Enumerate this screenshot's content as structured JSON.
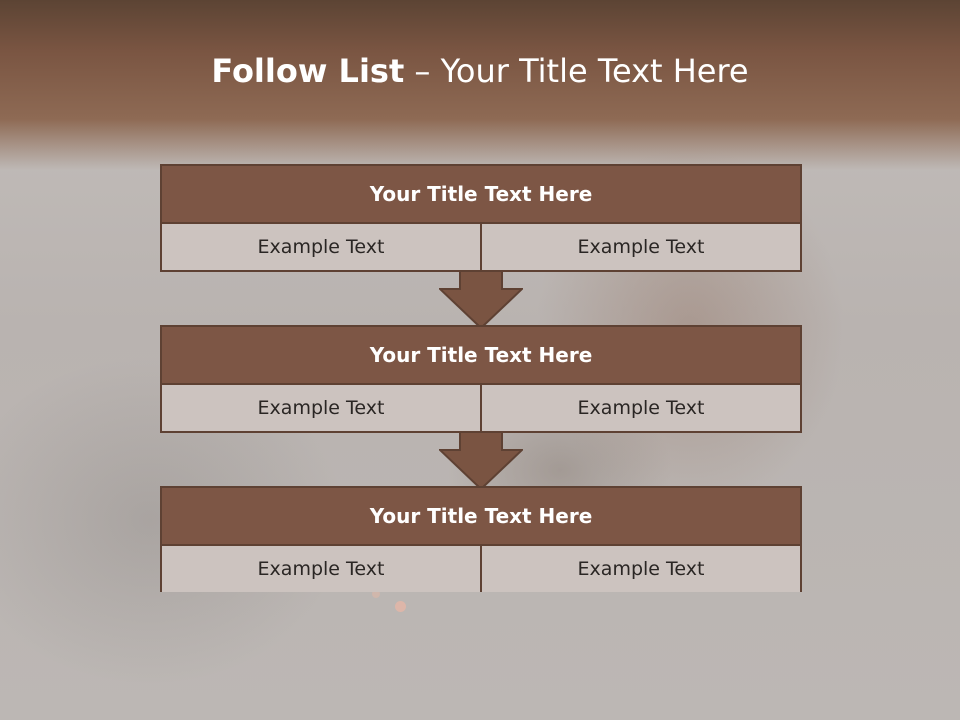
{
  "header": {
    "title_bold": "Follow List",
    "title_rest": " – Your Title Text Here"
  },
  "steps": [
    {
      "title": "Your Title Text Here",
      "left": "Example Text",
      "right": "Example Text"
    },
    {
      "title": "Your Title Text Here",
      "left": "Example Text",
      "right": "Example Text"
    },
    {
      "title": "Your Title Text Here",
      "left": "Example Text",
      "right": "Example Text"
    }
  ],
  "colors": {
    "header_band": "#7a5542",
    "box_title": "#7d5645",
    "box_cell": "#ccc3bf",
    "border": "#5e4133"
  }
}
